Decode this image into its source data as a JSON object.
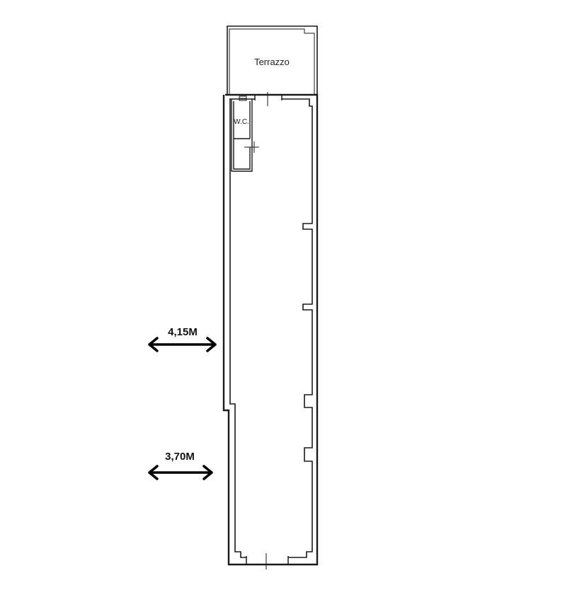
{
  "plan": {
    "rooms": {
      "terrace": "Terrazzo",
      "wc": "W.C."
    },
    "dimensions": {
      "upper_width": "4,15M",
      "lower_width": "3,70M"
    },
    "colors": {
      "wall": "#1a1a1a",
      "arrow": "#000000",
      "background": "#ffffff"
    }
  }
}
